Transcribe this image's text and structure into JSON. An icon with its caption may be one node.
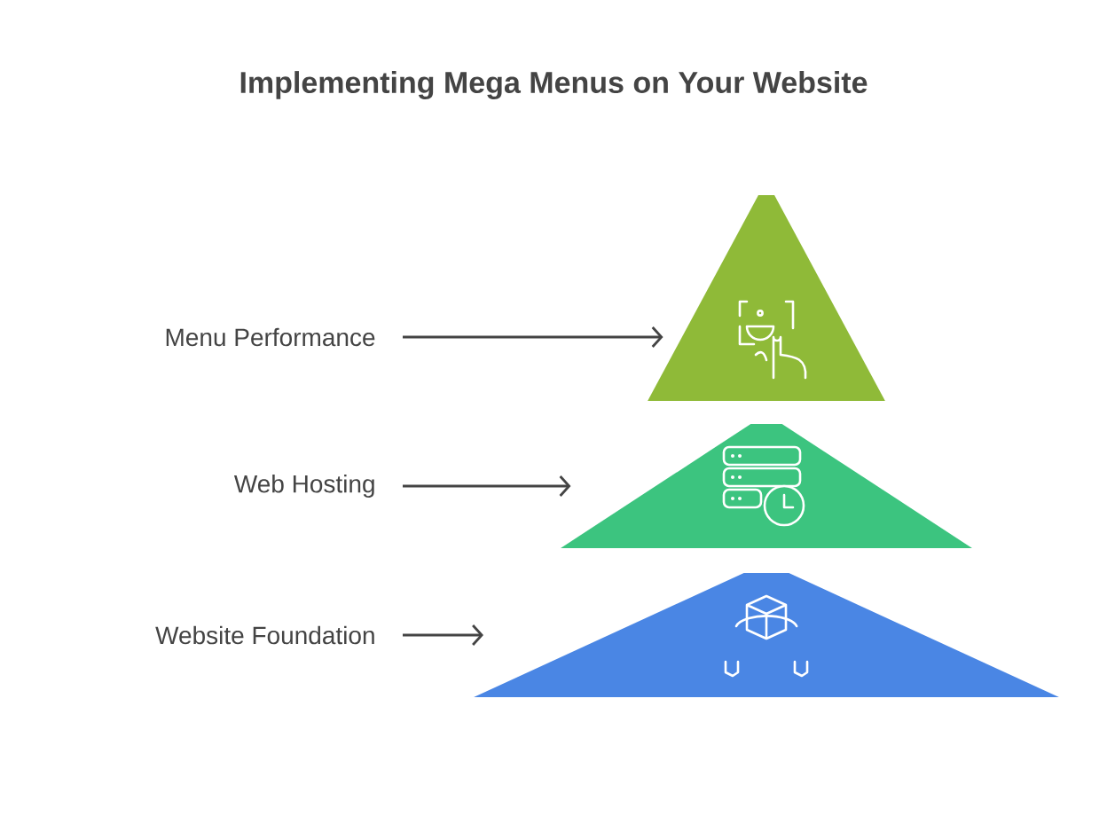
{
  "diagram": {
    "title": "Implementing Mega Menus on Your Website",
    "nodes": [
      {
        "text": [
          "Menu Performance"
        ]
      },
      {
        "text": [
          "Web Hosting"
        ]
      },
      {
        "text": [
          "Website Foundation"
        ]
      },
      {
        "text": [],
        "shape": "triangle"
      },
      {
        "text": [],
        "shape": "trapezoid"
      },
      {
        "text": [],
        "shape": "trapezoid"
      }
    ],
    "edges": [
      {
        "from": 0,
        "to": 3,
        "arrow": "to"
      },
      {
        "from": 1,
        "to": 4,
        "arrow": "to"
      },
      {
        "from": 2,
        "to": 5,
        "arrow": "to"
      }
    ]
  }
}
